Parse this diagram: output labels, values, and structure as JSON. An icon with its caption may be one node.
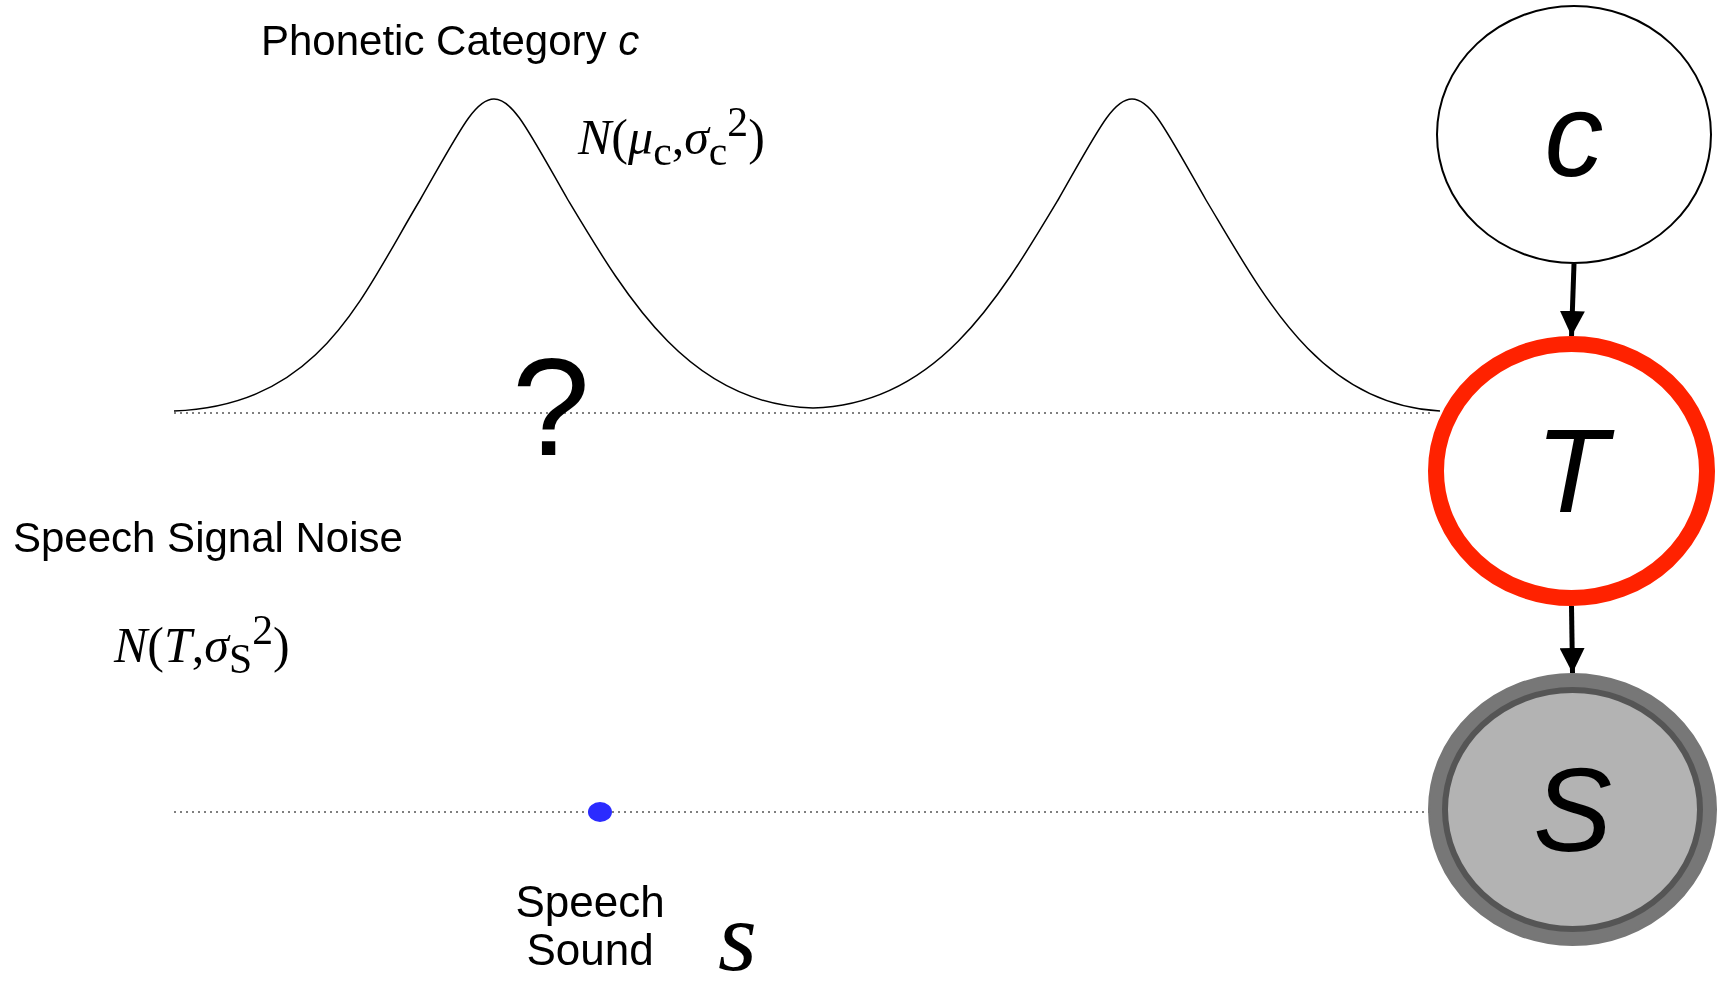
{
  "diagram": {
    "nodes": [
      {
        "text": [
          "c"
        ]
      },
      {
        "text": [
          "T"
        ]
      },
      {
        "text": [
          "S"
        ]
      }
    ],
    "edges": [
      {
        "from": 0,
        "to": 1,
        "arrow": "to"
      },
      {
        "from": 1,
        "to": 2,
        "arrow": "to"
      }
    ],
    "labels": [
      "Phonetic Category *c*",
      "*N*(*μ*$_{c}$,*σ*$_{c}$$^{2}$)",
      "?",
      "Speech Signal Noise",
      "*N*(*T*,*σ*$_{S}$$^{2}$)",
      "Speech Sound",
      "s"
    ]
  }
}
